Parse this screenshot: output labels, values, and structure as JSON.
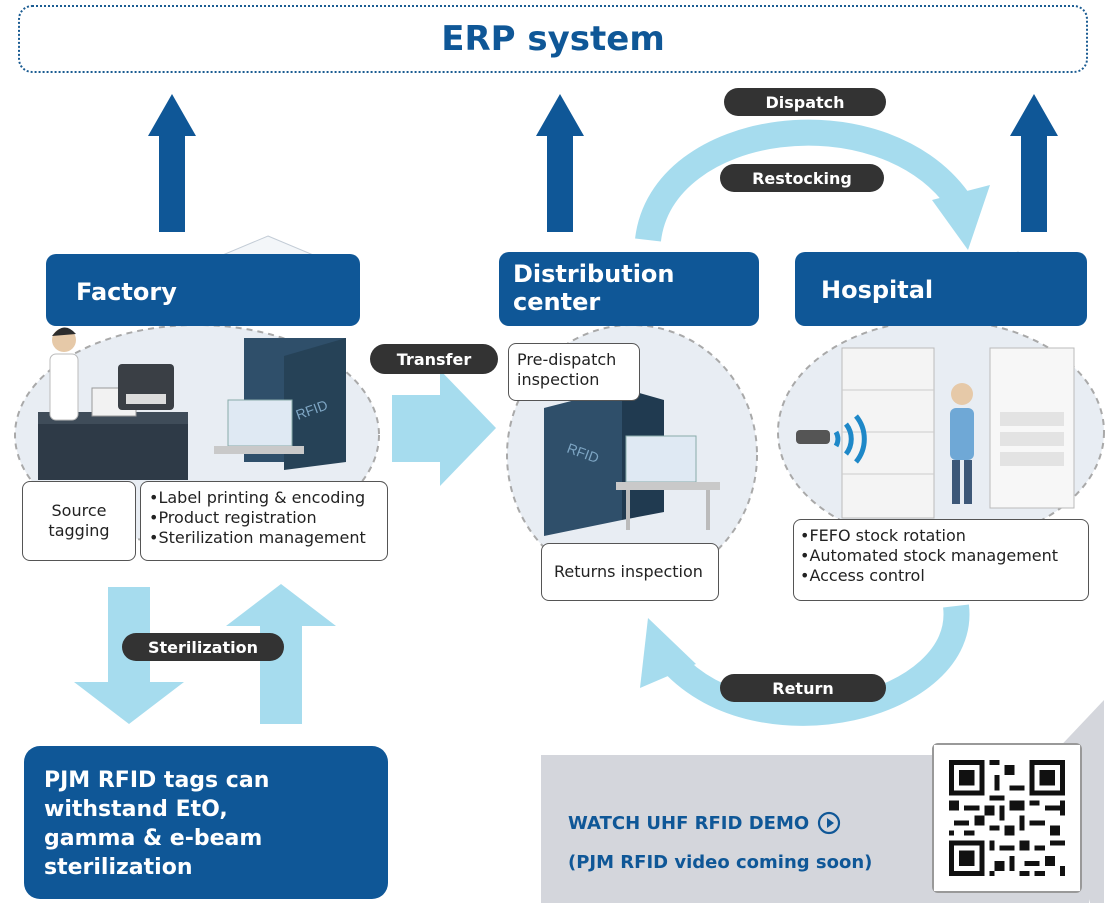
{
  "erp": {
    "title": "ERP system"
  },
  "pills": {
    "dispatch": "Dispatch",
    "restocking": "Restocking",
    "transfer": "Transfer",
    "sterilization": "Sterilization",
    "return": "Return"
  },
  "factory": {
    "title": "Factory",
    "source_tagging": "Source tagging",
    "rfid_label": "RFID",
    "features": [
      "•Label printing & encoding",
      "•Product registration",
      "•Sterilization management"
    ]
  },
  "distribution": {
    "title_line1": "Distribution",
    "title_line2": "center",
    "pre_dispatch": "Pre-dispatch inspection",
    "returns": "Returns inspection",
    "rfid_label": "RFID"
  },
  "hospital": {
    "title": "Hospital",
    "features": [
      "•FEFO stock rotation",
      "•Automated stock management",
      "•Access control"
    ]
  },
  "tags_panel": {
    "lines": [
      "PJM RFID tags can",
      "withstand EtO,",
      "gamma & e-beam",
      "sterilization"
    ]
  },
  "demo": {
    "watch": "WATCH UHF RFID DEMO",
    "coming_soon": "(PJM RFID video coming soon)"
  },
  "colors": {
    "navy": "#0f5797",
    "light_blue": "#a6dcee",
    "pill": "#333333"
  }
}
